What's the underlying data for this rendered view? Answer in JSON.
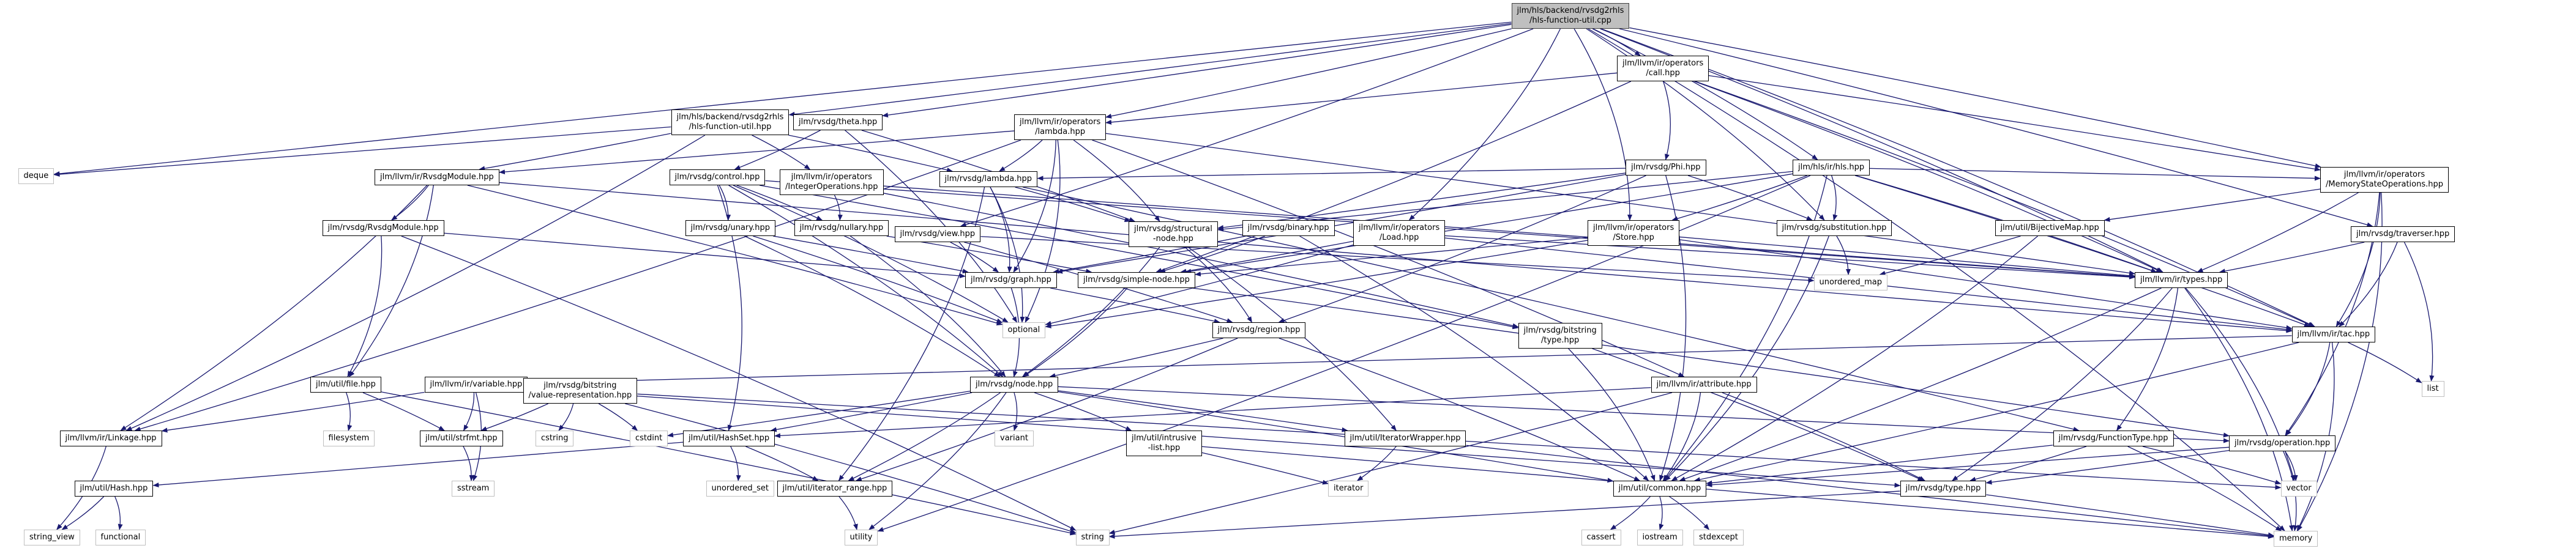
{
  "graph": {
    "title": "jlm/hls/backend/rvsdg2rhls/hls-function-util.cpp",
    "edge_color": "#191970",
    "root_fill": "#bfbfbf",
    "nodes": [
      {
        "id": "root",
        "label": "jlm/hls/backend/rvsdg2rhls\n/hls-function-util.cpp",
        "kind": "root"
      },
      {
        "id": "deque",
        "label": "deque",
        "kind": "system"
      },
      {
        "id": "hlsfu_hpp",
        "label": "jlm/hls/backend/rvsdg2rhls\n/hls-function-util.hpp",
        "kind": "project"
      },
      {
        "id": "theta",
        "label": "jlm/rvsdg/theta.hpp",
        "kind": "project"
      },
      {
        "id": "ops_lambda",
        "label": "jlm/llvm/ir/operators\n/lambda.hpp",
        "kind": "project"
      },
      {
        "id": "call",
        "label": "jlm/llvm/ir/operators\n/call.hpp",
        "kind": "project"
      },
      {
        "id": "phi",
        "label": "jlm/rvsdg/Phi.hpp",
        "kind": "project"
      },
      {
        "id": "hls",
        "label": "jlm/hls/ir/hls.hpp",
        "kind": "project"
      },
      {
        "id": "memstate",
        "label": "jlm/llvm/ir/operators\n/MemoryStateOperations.hpp",
        "kind": "project"
      },
      {
        "id": "llvm_rvsdgmodule",
        "label": "jlm/llvm/ir/RvsdgModule.hpp",
        "kind": "project"
      },
      {
        "id": "control",
        "label": "jlm/rvsdg/control.hpp",
        "kind": "project"
      },
      {
        "id": "intops",
        "label": "jlm/llvm/ir/operators\n/IntegerOperations.hpp",
        "kind": "project"
      },
      {
        "id": "rvsdg_lambda",
        "label": "jlm/rvsdg/lambda.hpp",
        "kind": "project"
      },
      {
        "id": "rvsdg_rvsdgmodule",
        "label": "jlm/rvsdg/RvsdgModule.hpp",
        "kind": "project"
      },
      {
        "id": "unary",
        "label": "jlm/rvsdg/unary.hpp",
        "kind": "project"
      },
      {
        "id": "nullary",
        "label": "jlm/rvsdg/nullary.hpp",
        "kind": "project"
      },
      {
        "id": "view",
        "label": "jlm/rvsdg/view.hpp",
        "kind": "project"
      },
      {
        "id": "structural",
        "label": "jlm/rvsdg/structural\n-node.hpp",
        "kind": "project"
      },
      {
        "id": "binary",
        "label": "jlm/rvsdg/binary.hpp",
        "kind": "project"
      },
      {
        "id": "load",
        "label": "jlm/llvm/ir/operators\n/Load.hpp",
        "kind": "project"
      },
      {
        "id": "store",
        "label": "jlm/llvm/ir/operators\n/Store.hpp",
        "kind": "project"
      },
      {
        "id": "substitution",
        "label": "jlm/rvsdg/substitution.hpp",
        "kind": "project"
      },
      {
        "id": "bijective",
        "label": "jlm/util/BijectiveMap.hpp",
        "kind": "project"
      },
      {
        "id": "traverser",
        "label": "jlm/rvsdg/traverser.hpp",
        "kind": "project"
      },
      {
        "id": "graph",
        "label": "jlm/rvsdg/graph.hpp",
        "kind": "project"
      },
      {
        "id": "simplenode",
        "label": "jlm/rvsdg/simple-node.hpp",
        "kind": "project"
      },
      {
        "id": "unordered_map",
        "label": "unordered_map",
        "kind": "system"
      },
      {
        "id": "llvm_types",
        "label": "jlm/llvm/ir/types.hpp",
        "kind": "project"
      },
      {
        "id": "optional",
        "label": "optional",
        "kind": "system"
      },
      {
        "id": "region",
        "label": "jlm/rvsdg/region.hpp",
        "kind": "project"
      },
      {
        "id": "bitstring_type",
        "label": "jlm/rvsdg/bitstring\n/type.hpp",
        "kind": "project"
      },
      {
        "id": "tac",
        "label": "jlm/llvm/ir/tac.hpp",
        "kind": "project"
      },
      {
        "id": "list",
        "label": "list",
        "kind": "system"
      },
      {
        "id": "file",
        "label": "jlm/util/file.hpp",
        "kind": "project"
      },
      {
        "id": "variable",
        "label": "jlm/llvm/ir/variable.hpp",
        "kind": "project"
      },
      {
        "id": "valrep",
        "label": "jlm/rvsdg/bitstring\n/value-representation.hpp",
        "kind": "project"
      },
      {
        "id": "node",
        "label": "jlm/rvsdg/node.hpp",
        "kind": "project"
      },
      {
        "id": "attribute",
        "label": "jlm/llvm/ir/attribute.hpp",
        "kind": "project"
      },
      {
        "id": "linkage",
        "label": "jlm/llvm/ir/Linkage.hpp",
        "kind": "project"
      },
      {
        "id": "filesystem",
        "label": "filesystem",
        "kind": "system"
      },
      {
        "id": "strfmt",
        "label": "jlm/util/strfmt.hpp",
        "kind": "project"
      },
      {
        "id": "cstring",
        "label": "cstring",
        "kind": "system"
      },
      {
        "id": "cstdint",
        "label": "cstdint",
        "kind": "system"
      },
      {
        "id": "hashset",
        "label": "jlm/util/HashSet.hpp",
        "kind": "project"
      },
      {
        "id": "variant",
        "label": "variant",
        "kind": "system"
      },
      {
        "id": "intrusive",
        "label": "jlm/util/intrusive\n-list.hpp",
        "kind": "project"
      },
      {
        "id": "iterwrap",
        "label": "jlm/util/IteratorWrapper.hpp",
        "kind": "project"
      },
      {
        "id": "functiontype",
        "label": "jlm/rvsdg/FunctionType.hpp",
        "kind": "project"
      },
      {
        "id": "operation",
        "label": "jlm/rvsdg/operation.hpp",
        "kind": "project"
      },
      {
        "id": "hash",
        "label": "jlm/util/Hash.hpp",
        "kind": "project"
      },
      {
        "id": "sstream",
        "label": "sstream",
        "kind": "system"
      },
      {
        "id": "unordered_set",
        "label": "unordered_set",
        "kind": "system"
      },
      {
        "id": "iter_range",
        "label": "jlm/util/iterator_range.hpp",
        "kind": "project"
      },
      {
        "id": "iterator",
        "label": "iterator",
        "kind": "system"
      },
      {
        "id": "common",
        "label": "jlm/util/common.hpp",
        "kind": "project"
      },
      {
        "id": "rvsdg_type",
        "label": "jlm/rvsdg/type.hpp",
        "kind": "project"
      },
      {
        "id": "vector",
        "label": "vector",
        "kind": "system"
      },
      {
        "id": "string_view",
        "label": "string_view",
        "kind": "system"
      },
      {
        "id": "functional",
        "label": "functional",
        "kind": "system"
      },
      {
        "id": "utility",
        "label": "utility",
        "kind": "system"
      },
      {
        "id": "string",
        "label": "string",
        "kind": "system"
      },
      {
        "id": "cassert",
        "label": "cassert",
        "kind": "system"
      },
      {
        "id": "iostream",
        "label": "iostream",
        "kind": "system"
      },
      {
        "id": "stdexcept",
        "label": "stdexcept",
        "kind": "system"
      },
      {
        "id": "memory",
        "label": "memory",
        "kind": "system"
      }
    ],
    "edges": [
      [
        "root",
        "deque"
      ],
      [
        "root",
        "hlsfu_hpp"
      ],
      [
        "root",
        "theta"
      ],
      [
        "root",
        "ops_lambda"
      ],
      [
        "root",
        "call"
      ],
      [
        "root",
        "hls"
      ],
      [
        "root",
        "memstate"
      ],
      [
        "root",
        "view"
      ],
      [
        "root",
        "load"
      ],
      [
        "root",
        "store"
      ],
      [
        "root",
        "substitution"
      ],
      [
        "root",
        "traverser"
      ],
      [
        "root",
        "llvm_types"
      ],
      [
        "root",
        "tac"
      ],
      [
        "root",
        "memory"
      ],
      [
        "hlsfu_hpp",
        "deque"
      ],
      [
        "hlsfu_hpp",
        "llvm_rvsdgmodule"
      ],
      [
        "hlsfu_hpp",
        "intops"
      ],
      [
        "hlsfu_hpp",
        "rvsdg_lambda"
      ],
      [
        "hlsfu_hpp",
        "linkage"
      ],
      [
        "theta",
        "control"
      ],
      [
        "theta",
        "structural"
      ],
      [
        "theta",
        "optional"
      ],
      [
        "ops_lambda",
        "llvm_rvsdgmodule"
      ],
      [
        "ops_lambda",
        "rvsdg_lambda"
      ],
      [
        "ops_lambda",
        "graph"
      ],
      [
        "ops_lambda",
        "structural"
      ],
      [
        "ops_lambda",
        "attribute"
      ],
      [
        "ops_lambda",
        "llvm_types"
      ],
      [
        "ops_lambda",
        "optional"
      ],
      [
        "ops_lambda",
        "linkage"
      ],
      [
        "call",
        "ops_lambda"
      ],
      [
        "call",
        "phi"
      ],
      [
        "call",
        "llvm_types"
      ],
      [
        "call",
        "memstate"
      ],
      [
        "call",
        "simplenode"
      ],
      [
        "call",
        "tac"
      ],
      [
        "phi",
        "rvsdg_lambda"
      ],
      [
        "phi",
        "structural"
      ],
      [
        "phi",
        "graph"
      ],
      [
        "phi",
        "region"
      ],
      [
        "phi",
        "substitution"
      ],
      [
        "phi",
        "common"
      ],
      [
        "hls",
        "llvm_types"
      ],
      [
        "hls",
        "structural"
      ],
      [
        "hls",
        "substitution"
      ],
      [
        "hls",
        "common"
      ],
      [
        "hls",
        "tac"
      ],
      [
        "hls",
        "store"
      ],
      [
        "hls",
        "memstate"
      ],
      [
        "hls",
        "simplenode"
      ],
      [
        "hls",
        "utility"
      ],
      [
        "memstate",
        "tac"
      ],
      [
        "memstate",
        "llvm_types"
      ],
      [
        "memstate",
        "bijective"
      ],
      [
        "memstate",
        "operation"
      ],
      [
        "memstate",
        "memory"
      ],
      [
        "llvm_rvsdgmodule",
        "rvsdg_rvsdgmodule"
      ],
      [
        "llvm_rvsdgmodule",
        "file"
      ],
      [
        "llvm_rvsdgmodule",
        "linkage"
      ],
      [
        "llvm_rvsdgmodule",
        "tac"
      ],
      [
        "llvm_rvsdgmodule",
        "optional"
      ],
      [
        "rvsdg_rvsdgmodule",
        "graph"
      ],
      [
        "rvsdg_rvsdgmodule",
        "file"
      ],
      [
        "rvsdg_rvsdgmodule",
        "string"
      ],
      [
        "control",
        "unary"
      ],
      [
        "control",
        "nullary"
      ],
      [
        "control",
        "optional"
      ],
      [
        "control",
        "llvm_types"
      ],
      [
        "control",
        "bitstring_type"
      ],
      [
        "control",
        "node"
      ],
      [
        "control",
        "hashset"
      ],
      [
        "intops",
        "nullary"
      ],
      [
        "intops",
        "bitstring_type"
      ],
      [
        "intops",
        "llvm_types"
      ],
      [
        "rvsdg_lambda",
        "structural"
      ],
      [
        "rvsdg_lambda",
        "graph"
      ],
      [
        "rvsdg_lambda",
        "functiontype"
      ],
      [
        "rvsdg_lambda",
        "optional"
      ],
      [
        "rvsdg_lambda",
        "iter_range"
      ],
      [
        "unary",
        "graph"
      ],
      [
        "unary",
        "node"
      ],
      [
        "unary",
        "optional"
      ],
      [
        "nullary",
        "simplenode"
      ],
      [
        "nullary",
        "node"
      ],
      [
        "view",
        "graph"
      ],
      [
        "view",
        "region"
      ],
      [
        "view",
        "unordered_map"
      ],
      [
        "structural",
        "node"
      ],
      [
        "structural",
        "region"
      ],
      [
        "structural",
        "iterwrap"
      ],
      [
        "binary",
        "simplenode"
      ],
      [
        "binary",
        "graph"
      ],
      [
        "binary",
        "common"
      ],
      [
        "load",
        "simplenode"
      ],
      [
        "load",
        "llvm_types"
      ],
      [
        "load",
        "tac"
      ],
      [
        "load",
        "optional"
      ],
      [
        "store",
        "simplenode"
      ],
      [
        "store",
        "llvm_types"
      ],
      [
        "store",
        "tac"
      ],
      [
        "store",
        "optional"
      ],
      [
        "substitution",
        "unordered_map"
      ],
      [
        "substitution",
        "common"
      ],
      [
        "bijective",
        "unordered_map"
      ],
      [
        "bijective",
        "common"
      ],
      [
        "traverser",
        "list"
      ],
      [
        "traverser",
        "tac"
      ],
      [
        "traverser",
        "llvm_types"
      ],
      [
        "graph",
        "node"
      ],
      [
        "graph",
        "region"
      ],
      [
        "simplenode",
        "node"
      ],
      [
        "simplenode",
        "operation"
      ],
      [
        "llvm_types",
        "functiontype"
      ],
      [
        "llvm_types",
        "rvsdg_type"
      ],
      [
        "llvm_types",
        "vector"
      ],
      [
        "llvm_types",
        "common"
      ],
      [
        "llvm_types",
        "memory"
      ],
      [
        "region",
        "node"
      ],
      [
        "region",
        "iter_range"
      ],
      [
        "region",
        "common"
      ],
      [
        "bitstring_type",
        "rvsdg_type"
      ],
      [
        "bitstring_type",
        "common"
      ],
      [
        "tac",
        "operation"
      ],
      [
        "tac",
        "list"
      ],
      [
        "tac",
        "variable"
      ],
      [
        "tac",
        "memory"
      ],
      [
        "tac",
        "common"
      ],
      [
        "file",
        "filesystem"
      ],
      [
        "file",
        "strfmt"
      ],
      [
        "file",
        "string"
      ],
      [
        "variable",
        "strfmt"
      ],
      [
        "variable",
        "sstream"
      ],
      [
        "variable",
        "linkage"
      ],
      [
        "variable",
        "rvsdg_type"
      ],
      [
        "valrep",
        "cstdint"
      ],
      [
        "valrep",
        "cstring"
      ],
      [
        "valrep",
        "strfmt"
      ],
      [
        "valrep",
        "string"
      ],
      [
        "valrep",
        "vector"
      ],
      [
        "node",
        "variant"
      ],
      [
        "node",
        "intrusive"
      ],
      [
        "node",
        "iterwrap"
      ],
      [
        "node",
        "iter_range"
      ],
      [
        "node",
        "hashset"
      ],
      [
        "node",
        "utility"
      ],
      [
        "node",
        "common"
      ],
      [
        "node",
        "operation"
      ],
      [
        "node",
        "cstdint"
      ],
      [
        "attribute",
        "common"
      ],
      [
        "attribute",
        "rvsdg_type"
      ],
      [
        "attribute",
        "hashset"
      ],
      [
        "attribute",
        "string"
      ],
      [
        "linkage",
        "string_view"
      ],
      [
        "strfmt",
        "sstream"
      ],
      [
        "hashset",
        "hash"
      ],
      [
        "hashset",
        "unordered_set"
      ],
      [
        "hashset",
        "iter_range"
      ],
      [
        "intrusive",
        "iterator"
      ],
      [
        "intrusive",
        "memory"
      ],
      [
        "iterwrap",
        "iterator"
      ],
      [
        "iterwrap",
        "memory"
      ],
      [
        "functiontype",
        "rvsdg_type"
      ],
      [
        "functiontype",
        "vector"
      ],
      [
        "functiontype",
        "memory"
      ],
      [
        "functiontype",
        "common"
      ],
      [
        "operation",
        "rvsdg_type"
      ],
      [
        "operation",
        "vector"
      ],
      [
        "operation",
        "memory"
      ],
      [
        "operation",
        "common"
      ],
      [
        "hash",
        "string_view"
      ],
      [
        "hash",
        "functional"
      ],
      [
        "iter_range",
        "utility"
      ],
      [
        "common",
        "cassert"
      ],
      [
        "common",
        "iostream"
      ],
      [
        "common",
        "stdexcept"
      ],
      [
        "rvsdg_type",
        "memory"
      ],
      [
        "rvsdg_type",
        "string"
      ]
    ]
  }
}
